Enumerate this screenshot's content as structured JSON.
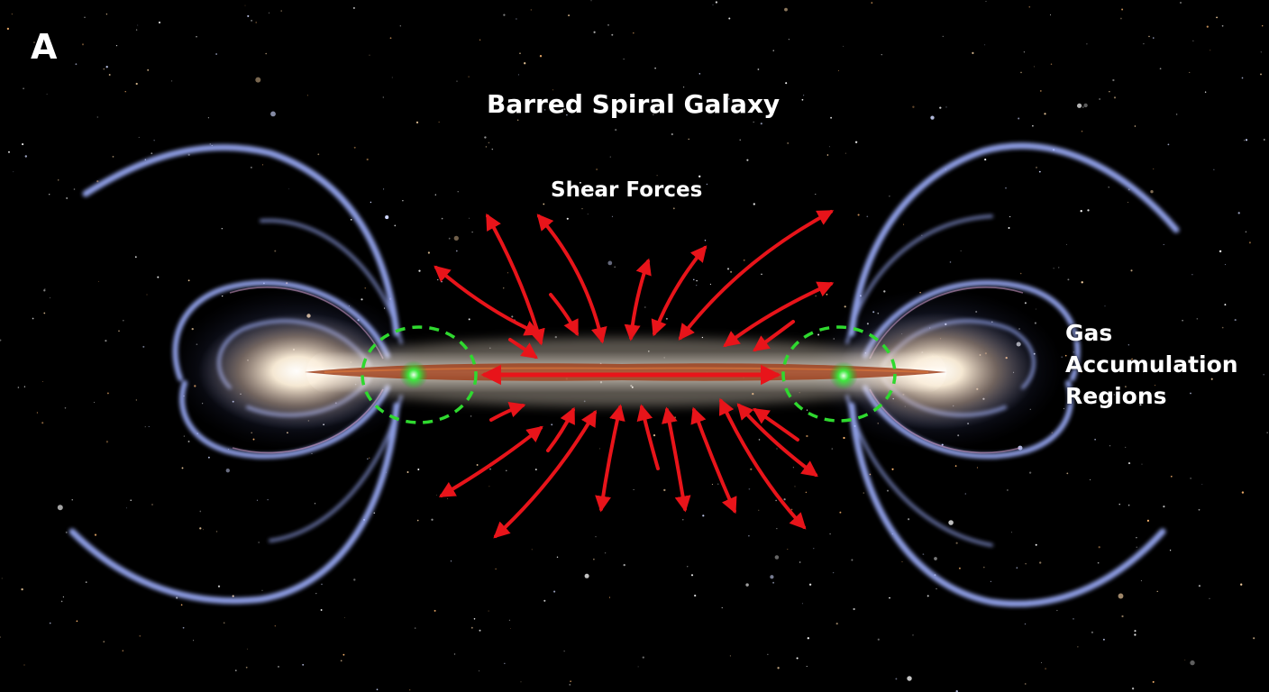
{
  "panel_label": "A",
  "title": "Barred Spiral Galaxy",
  "annotations": {
    "shear_forces": "Shear Forces",
    "gas_regions": [
      "Gas",
      "Accumulation",
      "Regions"
    ]
  },
  "colors": {
    "background": "#000000",
    "arrows": "#e8141a",
    "gas_markers": "#2fd92f",
    "spiral_arms": "#a9b8ff",
    "bar_core": "#fff2df",
    "dust_lane": "#a0421d",
    "text": "#ffffff"
  },
  "icons": {
    "arrows": "double-headed-arrow",
    "gas_marker": "dashed-circle-with-glowing-dot"
  }
}
